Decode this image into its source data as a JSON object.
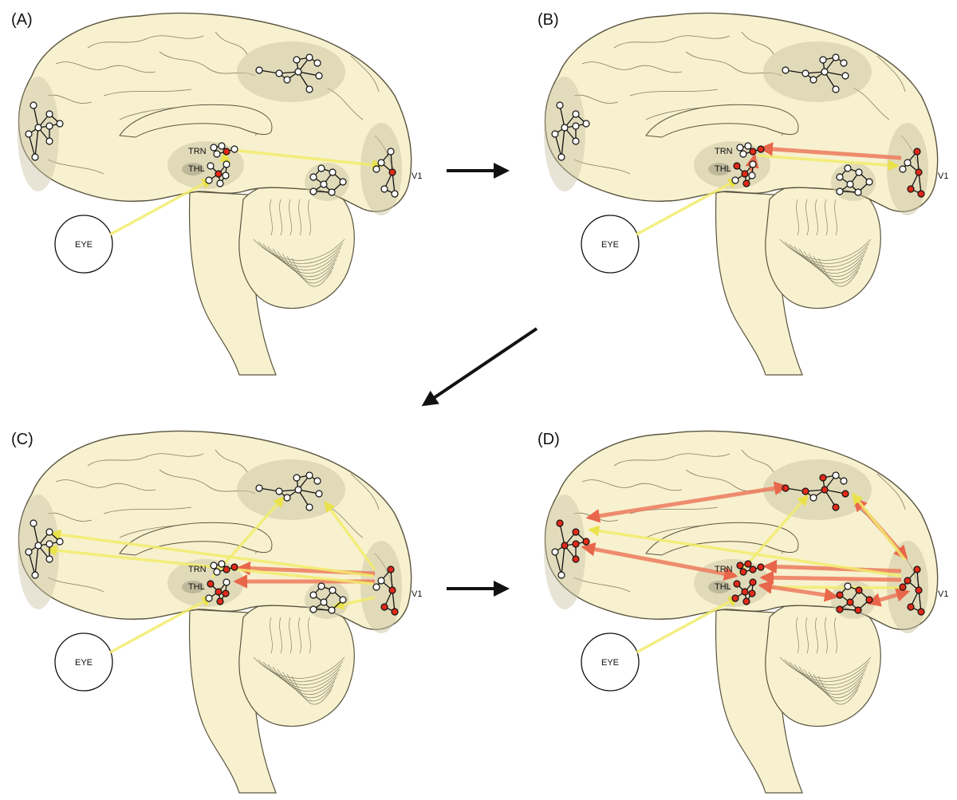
{
  "figure": {
    "panels": [
      {
        "id": "A",
        "label": "(A)",
        "trn_label": "TRN",
        "thl_label": "THL",
        "v1_label": "V1",
        "eye_label": "EYE",
        "stage": "initial"
      },
      {
        "id": "B",
        "label": "(B)",
        "trn_label": "TRN",
        "thl_label": "THL",
        "v1_label": "V1",
        "eye_label": "EYE",
        "stage": "v1-feedback"
      },
      {
        "id": "C",
        "label": "(C)",
        "trn_label": "TRN",
        "thl_label": "THL",
        "v1_label": "V1",
        "eye_label": "EYE",
        "stage": "broadcast"
      },
      {
        "id": "D",
        "label": "(D)",
        "trn_label": "TRN",
        "thl_label": "THL",
        "v1_label": "V1",
        "eye_label": "EYE",
        "stage": "global-activation"
      }
    ],
    "flow_arrows": [
      "A-to-B",
      "B-to-C",
      "C-to-D"
    ],
    "colors": {
      "brain_fill": "#f7f1cf",
      "brain_stroke": "#5a5540",
      "region_shade": "#c9c3a3",
      "feedforward_arrow": "#f2ee7a",
      "feedback_arrow": "#ef8a6a",
      "active_node": "#e02a1a",
      "inactive_node": "#ffffff",
      "flow_arrow": "#111111"
    }
  }
}
